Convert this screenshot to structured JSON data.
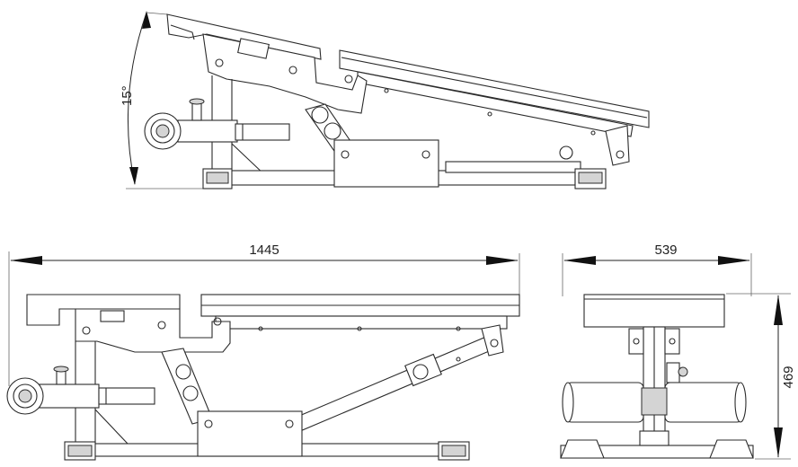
{
  "dimensions": {
    "angle_label": "15°",
    "length_label": "1445",
    "width_label": "539",
    "height_label": "469"
  }
}
